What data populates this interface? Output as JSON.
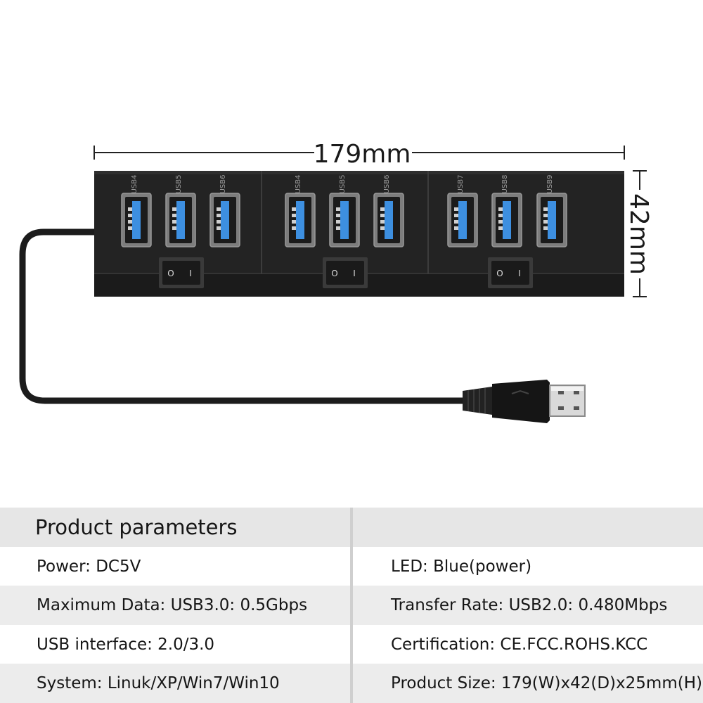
{
  "dimensions": {
    "width_label": "179mm",
    "height_label": "42mm"
  },
  "hub": {
    "port_groups": [
      {
        "ports": [
          "USB4",
          "USB5",
          "USB6"
        ]
      },
      {
        "ports": [
          "USB4",
          "USB5",
          "USB6"
        ]
      },
      {
        "ports": [
          "USB7",
          "USB8",
          "USB9"
        ]
      }
    ],
    "switch_symbols": [
      "O",
      "I"
    ],
    "colors": {
      "body": "#232323",
      "port_insert": "#3d8fe0",
      "switch": "#1a1a1a"
    }
  },
  "table": {
    "header": "Product parameters",
    "rows": [
      {
        "left": "Power: DC5V",
        "right": "LED: Blue(power)"
      },
      {
        "left": "Maximum Data: USB3.0: 0.5Gbps",
        "right": "Transfer Rate: USB2.0: 0.480Mbps"
      },
      {
        "left": "USB interface: 2.0/3.0",
        "right": "Certification: CE.FCC.ROHS.KCC"
      },
      {
        "left": "System: Linuk/XP/Win7/Win10",
        "right": "Product Size: 179(W)x42(D)x25mm(H)"
      }
    ]
  }
}
